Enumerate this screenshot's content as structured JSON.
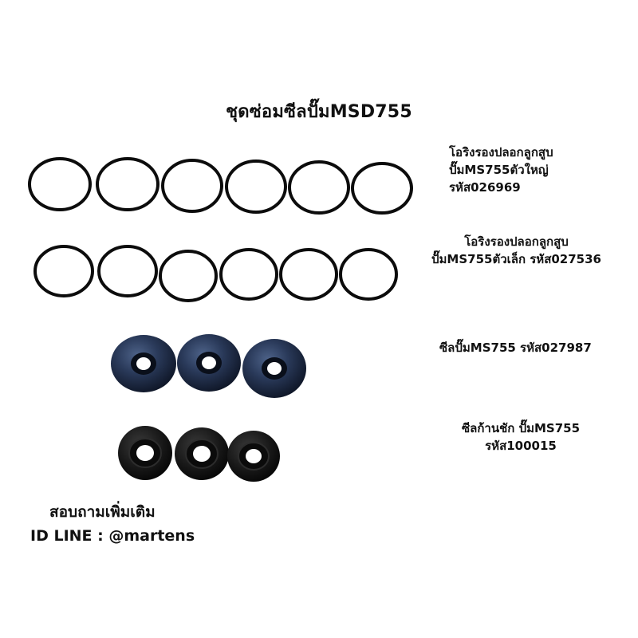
{
  "title": "ชุดซ่อมซีลปั๊มMSD755",
  "items": [
    {
      "lines": [
        "โอริงรองปลอกลูกสูบ",
        "ปั๊มMS755ตัวใหญ่",
        "รหัส026969"
      ],
      "part_count": 6
    },
    {
      "lines": [
        "โอริงรองปลอกลูกสูบ",
        "ปั๊มMS755ตัวเล็ก รหัส027536"
      ],
      "part_count": 6
    },
    {
      "lines": [
        "ซีลปั๊มMS755 รหัส027987"
      ],
      "part_count": 3
    },
    {
      "lines": [
        "ซีลก้านชัก ปั๊มMS755",
        "รหัส100015"
      ],
      "part_count": 3
    }
  ],
  "contact": {
    "line1": "สอบถามเพิ่มเติม",
    "line2": "ID LINE : @martens"
  },
  "colors": {
    "background": "#ffffff",
    "oring": "#0c0c0c",
    "seal_blue": "#1d2b45",
    "seal_black": "#141414"
  }
}
